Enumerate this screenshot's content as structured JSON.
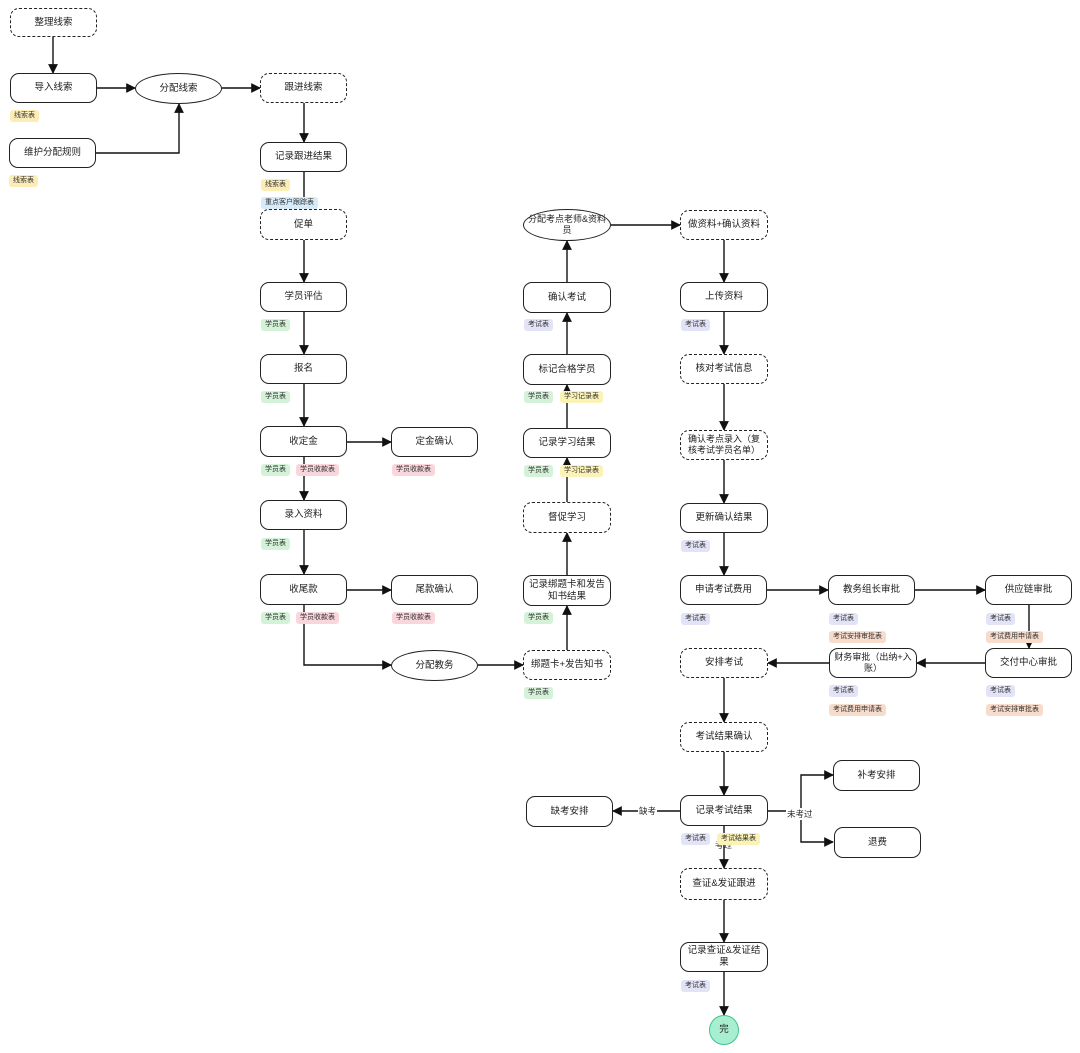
{
  "nodes": {
    "n_organize": "整理线索",
    "n_import": "导入线索",
    "n_assign": "分配线索",
    "n_follow": "跟进线索",
    "n_rules": "维护分配规则",
    "n_record_follow": "记录跟进结果",
    "n_push": "促单",
    "n_eval": "学员评估",
    "n_signup": "报名",
    "n_deposit": "收定金",
    "n_deposit_confirm": "定金确认",
    "n_enter": "录入资料",
    "n_balance": "收尾款",
    "n_balance_confirm": "尾款确认",
    "n_edu_assign": "分配教务",
    "n_bind": "绑题卡+发告知书",
    "n_record_bind": "记录绑题卡和发告知书结果",
    "n_urge": "督促学习",
    "n_record_study": "记录学习结果",
    "n_mark": "标记合格学员",
    "n_confirm_exam": "确认考试",
    "n_assign_teacher": "分配考点老师&资料员",
    "n_prepare": "做资料+确认资料",
    "n_upload": "上传资料",
    "n_verify": "核对考试信息",
    "n_site_entry": "确认考点录入（复核考试学员名单）",
    "n_update": "更新确认结果",
    "n_apply_fee": "申请考试费用",
    "n_leader": "教务组长审批",
    "n_supply": "供应链审批",
    "n_delivery": "交付中心审批",
    "n_finance": "财务审批（出纳+入账）",
    "n_arrange": "安排考试",
    "n_result_confirm": "考试结果确认",
    "n_record_result": "记录考试结果",
    "n_absent": "缺考安排",
    "n_retake": "补考安排",
    "n_refund": "退费",
    "n_cert": "查证&发证跟进",
    "n_record_cert": "记录查证&发证结果",
    "n_end": "完"
  },
  "tags": {
    "g1": "线索表",
    "g2": "线索表",
    "g3": "线索表",
    "g4": "重点客户跟踪表",
    "g5": "学员表",
    "g6": "学员表",
    "g7": "学员表",
    "g8": "学员收款表",
    "g9": "学员收款表",
    "g10": "学员表",
    "g11": "学员表",
    "g12": "学员收款表",
    "g13": "学员收款表",
    "g14": "学员表",
    "g15": "学员表",
    "g16": "学员表",
    "g17": "学习记录表",
    "g18": "学员表",
    "g19": "学习记录表",
    "g20": "考试表",
    "g21": "考试表",
    "g22": "考试表",
    "g23": "考试表",
    "g24": "考试表",
    "g25": "考试安排审批表",
    "g26": "考试表",
    "g27": "考试费用申请表",
    "g28": "考试表",
    "g29": "考试费用申请表",
    "g30": "考试表",
    "g31": "考试安排审批表",
    "g32": "考试表",
    "g33": "考试结果表",
    "g34": "考试表"
  },
  "edge_labels": {
    "absent": "缺考",
    "failed": "未考过",
    "passed": "考过"
  },
  "colors": {
    "line": "#111111",
    "end_fill": "#a8efd2",
    "end_stroke": "#3cc48f"
  }
}
